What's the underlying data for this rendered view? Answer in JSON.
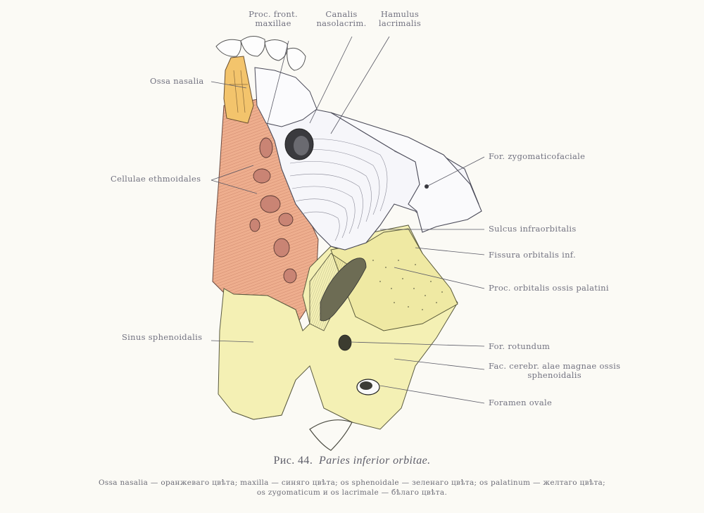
{
  "labels": {
    "proc_front_1": "Proc. front.",
    "proc_front_2": "maxillae",
    "canalis_1": "Canalis",
    "canalis_2": "nasolacrim.",
    "hamulus_1": "Hamulus",
    "hamulus_2": "lacrimalis",
    "ossa_nasalia": "Ossa nasalia",
    "cellulae": "Cellulae ethmoidales",
    "sinus": "Sinus sphenoidalis",
    "for_zygomatico": "For. zygomaticofaciale",
    "sulcus": "Sulcus infraorbitalis",
    "fissura": "Fissura orbitalis inf.",
    "proc_orbitalis": "Proc. orbitalis ossis palatini",
    "for_rotundum": "For. rotundum",
    "fac_cerebr_1": "Fac. cerebr. alae magnae ossis",
    "fac_cerebr_2": "sphenoidalis",
    "foramen_ovale": "Foramen ovale"
  },
  "caption": {
    "number": "Рис. 44.",
    "title": "Paries inferior orbitae."
  },
  "legend": {
    "line1": "Ossa nasalia — оранжеваго цвѣта;   maxilla — синяго цвѣта;   os sphenoidale — зеленаго цвѣта;   os palatinum — желтаго цвѣта;",
    "line2": "os zygomaticum и os lacrimale — бѣлаго цвѣта."
  },
  "colors": {
    "nasal": "#f2c46e",
    "ethmoid": "#eaa88a",
    "maxilla": "#f4f4f8",
    "sphenoid": "#b9b98a",
    "palatine": "#f3efb3",
    "lines": "#5a5a66"
  }
}
